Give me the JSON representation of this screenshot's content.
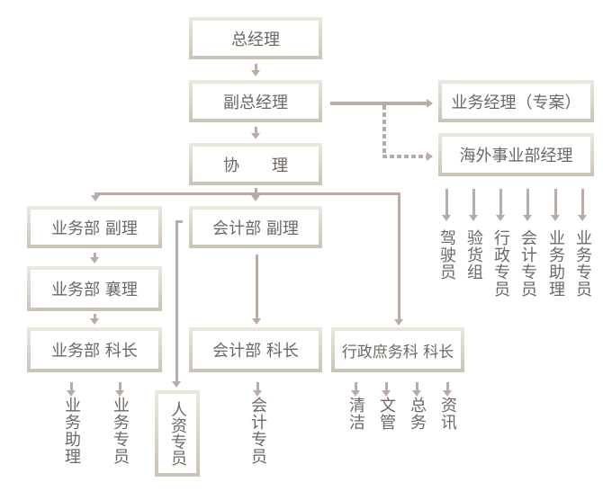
{
  "boxes": {
    "gm": "总经理",
    "dgm": "副总经理",
    "assistant": "协　　理",
    "biz_mgr": "业务经理（专案）",
    "overseas_mgr": "海外事业部经理",
    "biz_deputy": "业务部 副理",
    "acct_deputy": "会计部 副理",
    "biz_associate": "业务部 襄理",
    "biz_chief": "业务部 科长",
    "acct_chief": "会计部 科长",
    "admin_chief": "行政庶务科 科长",
    "hr": "人资专员"
  },
  "overseas_staff": [
    "驾驶员",
    "验货组",
    "行政专员",
    "会计专员",
    "业务助理",
    "业务专员"
  ],
  "biz_staff": [
    "业务助理",
    "业务专员"
  ],
  "acct_staff": [
    "会计专员"
  ],
  "admin_staff": [
    "清洁",
    "文管",
    "总务",
    "资讯"
  ]
}
